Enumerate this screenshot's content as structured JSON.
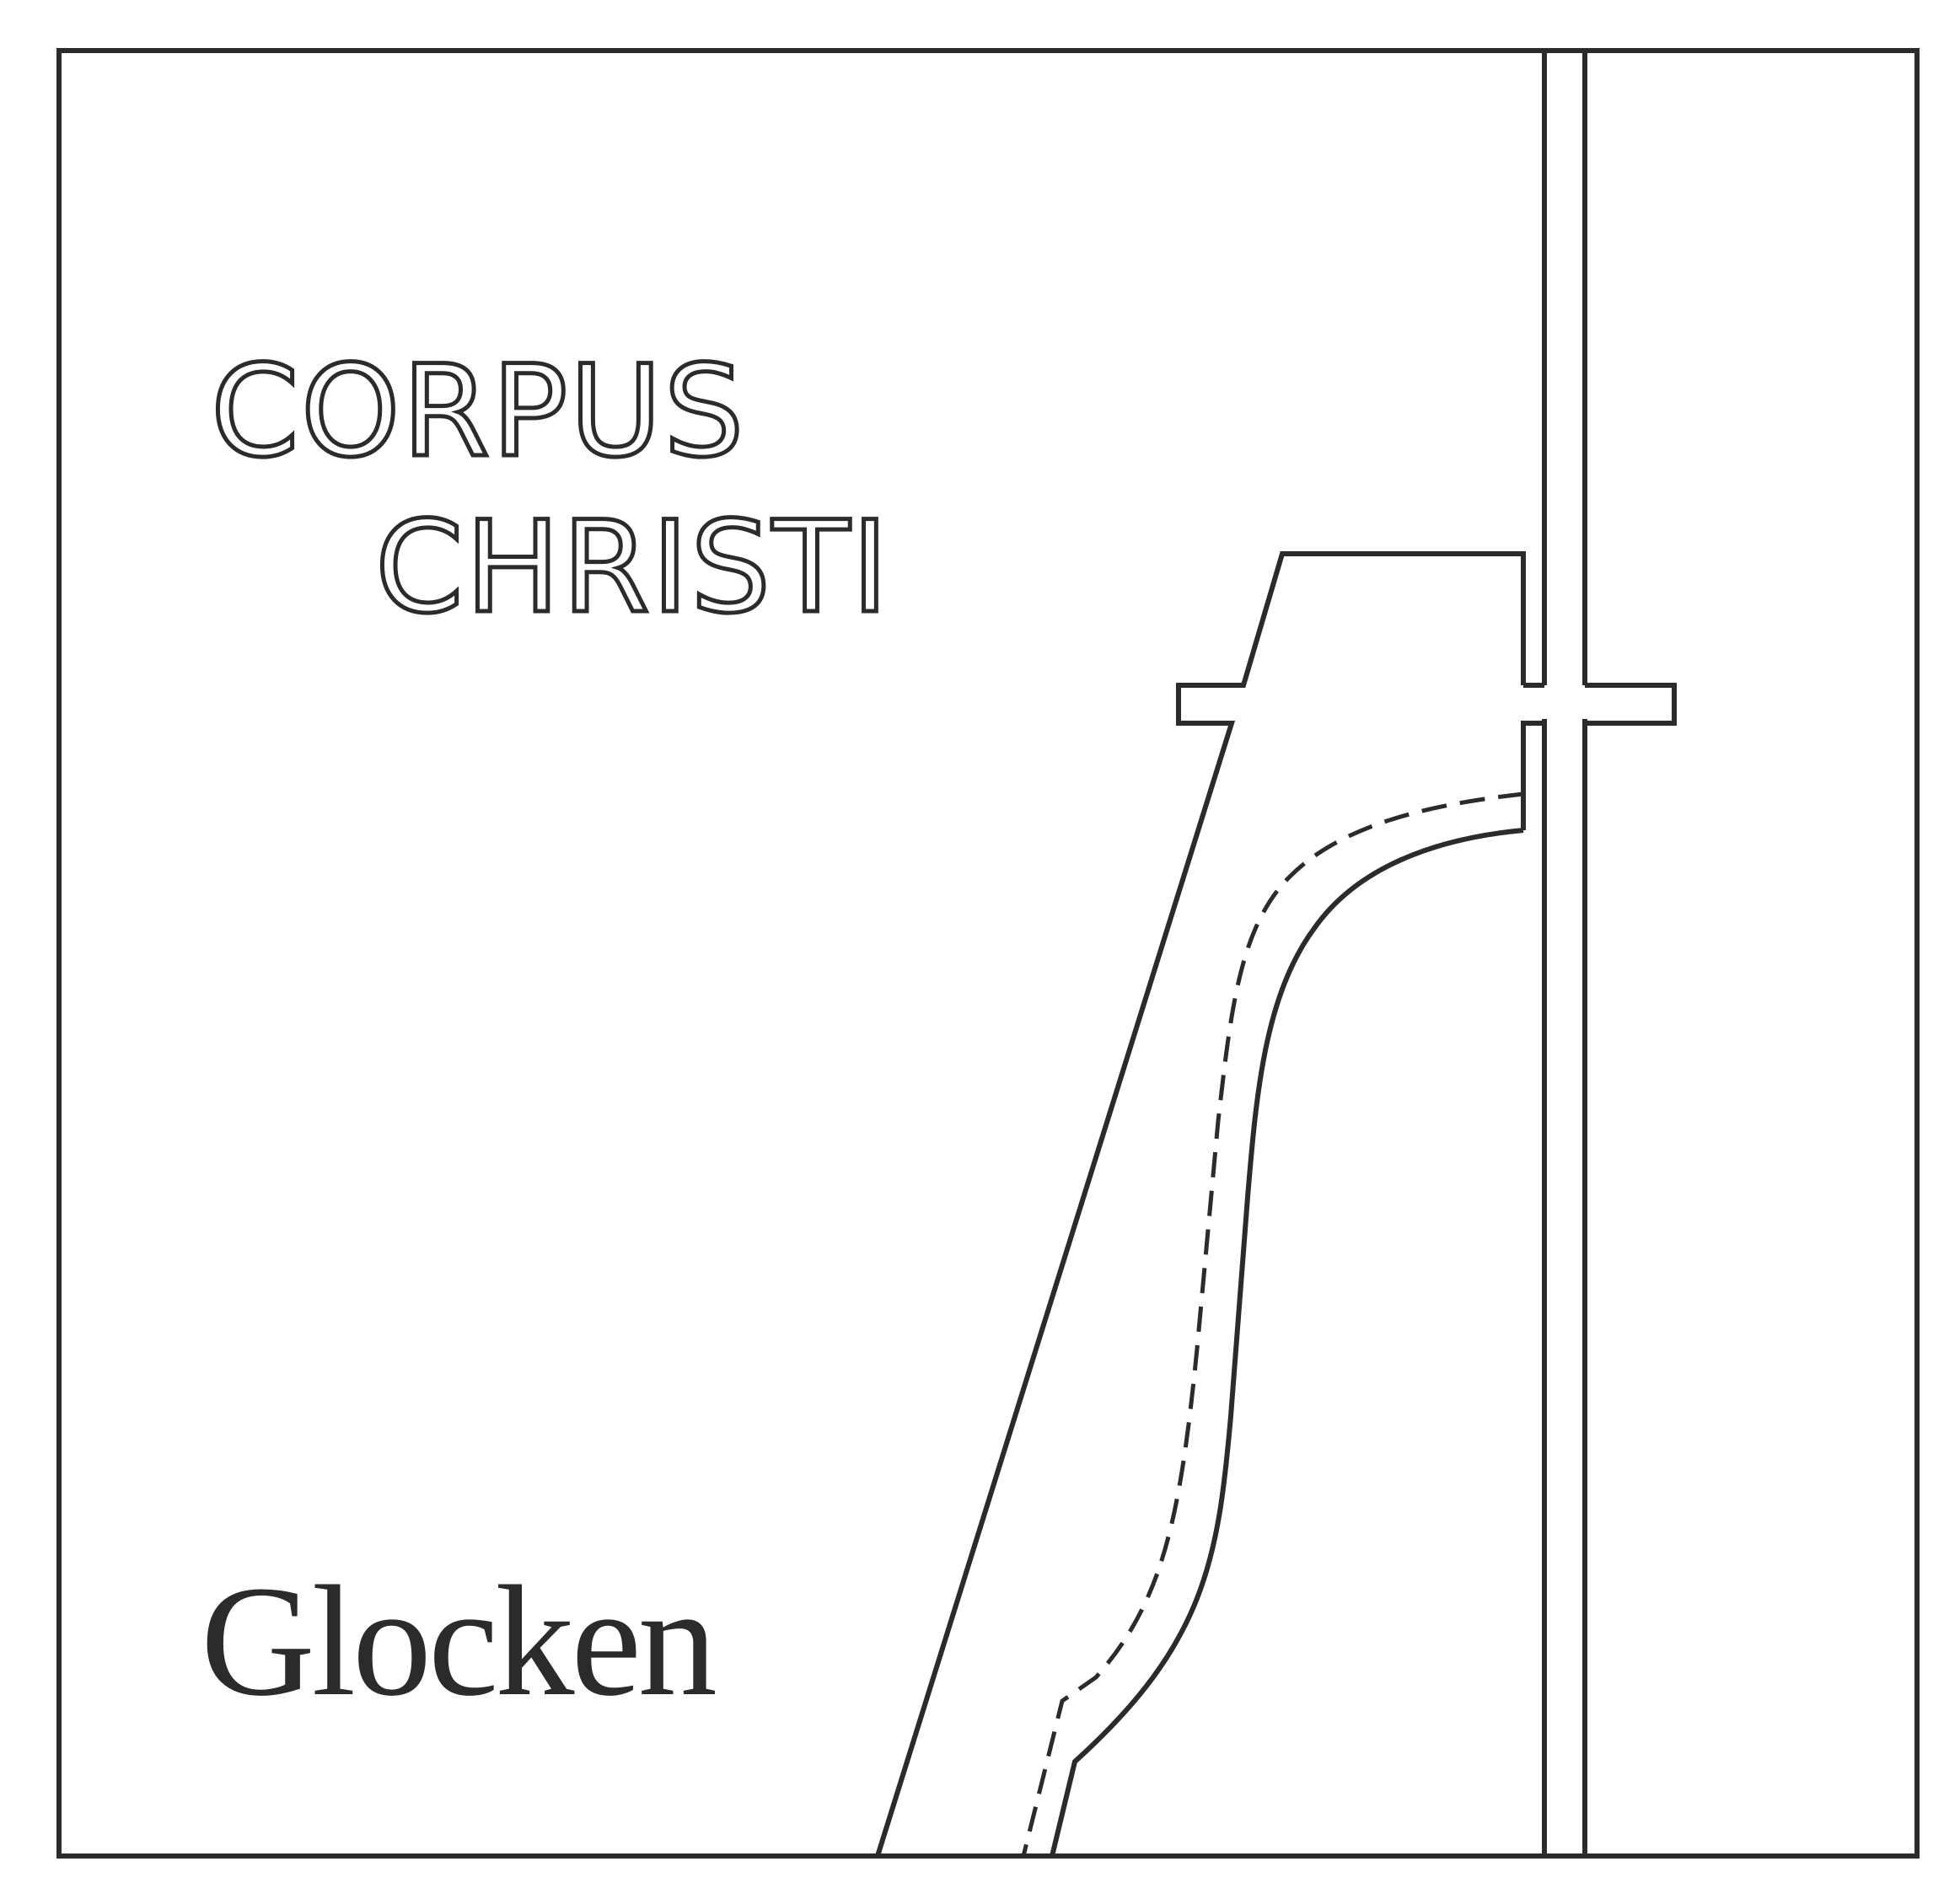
{
  "cover": {
    "title_line1": "CORPUS",
    "title_line2": "CHRISTI",
    "subtitle": "Glocken"
  },
  "colors": {
    "ink": "#2b2b2b",
    "paper": "#ffffff"
  }
}
